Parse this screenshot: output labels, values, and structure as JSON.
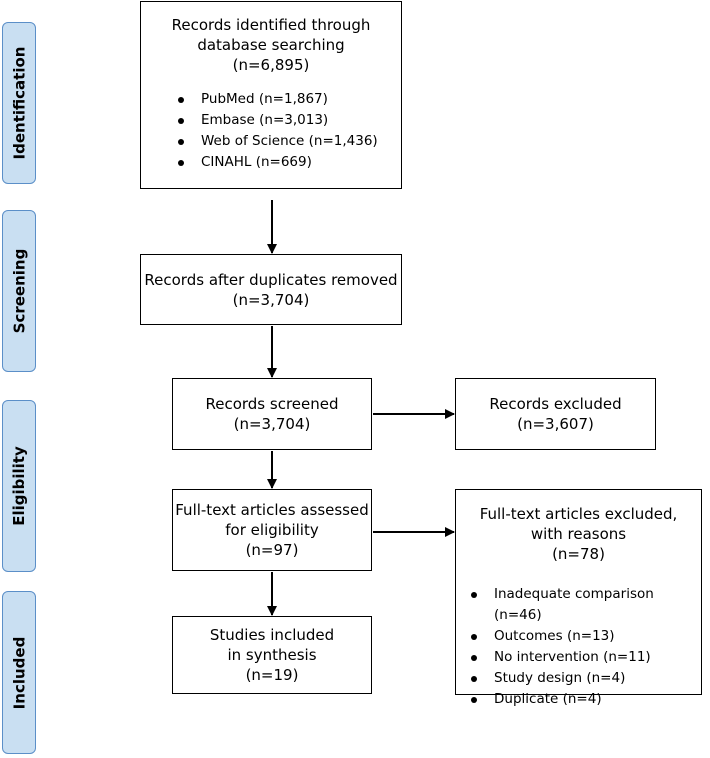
{
  "phases": {
    "identification": "Identification",
    "screening": "Screening",
    "eligibility": "Eligibility",
    "included": "Included"
  },
  "identified": {
    "line1": "Records identified through",
    "line2": "database searching",
    "count": "(n=6,895)",
    "sources": [
      "PubMed (n=1,867)",
      "Embase (n=3,013)",
      "Web of Science (n=1,436)",
      "CINAHL (n=669)"
    ]
  },
  "duplicates_removed": {
    "line1": "Records after duplicates removed",
    "count": "(n=3,704)"
  },
  "screened": {
    "line1": "Records screened",
    "count": "(n=3,704)"
  },
  "excluded": {
    "line1": "Records excluded",
    "count": "(n=3,607)"
  },
  "fulltext_assessed": {
    "line1": "Full-text articles assessed",
    "line2": "for eligibility",
    "count": "(n=97)"
  },
  "fulltext_excluded": {
    "line1": "Full-text articles excluded,",
    "line2": "with reasons",
    "count": "(n=78)",
    "reasons": [
      "Inadequate comparison (n=46)",
      "Outcomes (n=13)",
      "No intervention (n=11)",
      "Study design (n=4)",
      "Duplicate (n=4)"
    ]
  },
  "included": {
    "line1": "Studies included",
    "line2": "in synthesis",
    "count": "(n=19)"
  }
}
